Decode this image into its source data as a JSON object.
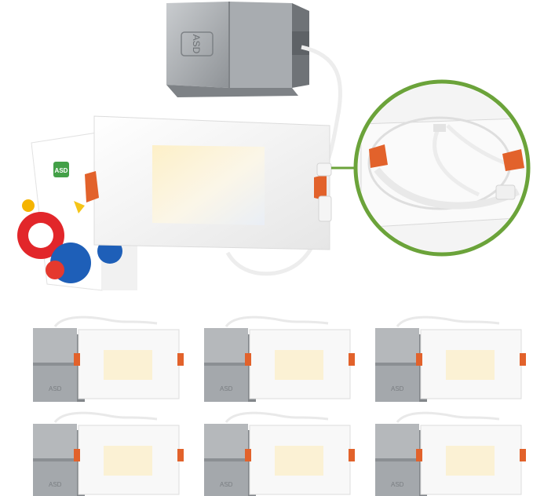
{
  "product": {
    "brand_logo": "ASD",
    "box_logo": "ASD",
    "junction_box_logo": "ASD",
    "pack_count": 6,
    "light_color": "#fbf1d4",
    "panel_color": "#f7f7f7",
    "metal_color": "#9b9fa3",
    "clip_color": "#e2622b",
    "wire_color": "#f2f2f2",
    "zoom_ring_color": "#6ba33a"
  }
}
